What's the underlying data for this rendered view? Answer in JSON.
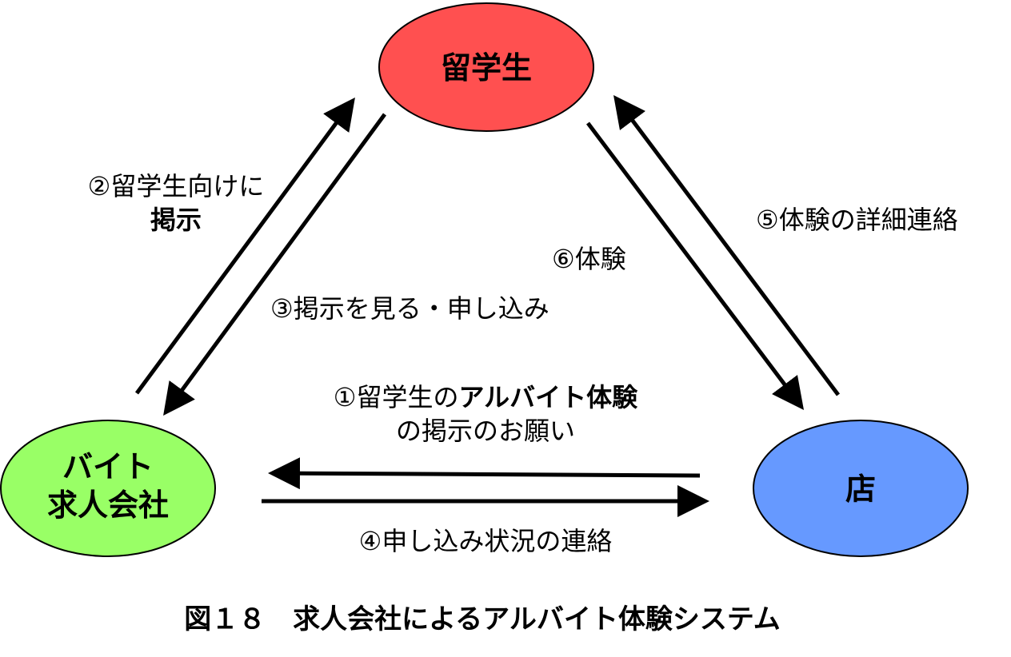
{
  "nodes": {
    "student": {
      "label": "留学生",
      "color": "#ff5050"
    },
    "agency": {
      "label_line1": "バイト",
      "label_line2": "求人会社",
      "color": "#99ff66"
    },
    "shop": {
      "label": "店",
      "color": "#6699ff"
    }
  },
  "edges": {
    "step1": {
      "line1_prefix": "①留学生の",
      "line1_bold": "アルバイト体験",
      "line2": "の掲示のお願い"
    },
    "step2": {
      "line1": "②留学生向けに",
      "line2_bold": "掲示"
    },
    "step3": {
      "label": "③掲示を見る・申し込み"
    },
    "step4": {
      "label": "④申し込み状況の連絡"
    },
    "step5": {
      "label": "⑤体験の詳細連絡"
    },
    "step6": {
      "label": "⑥体験"
    }
  },
  "caption": "図１８　求人会社によるアルバイト体験システム",
  "colors": {
    "arrow": "#000000",
    "node_outline": "#000000"
  }
}
